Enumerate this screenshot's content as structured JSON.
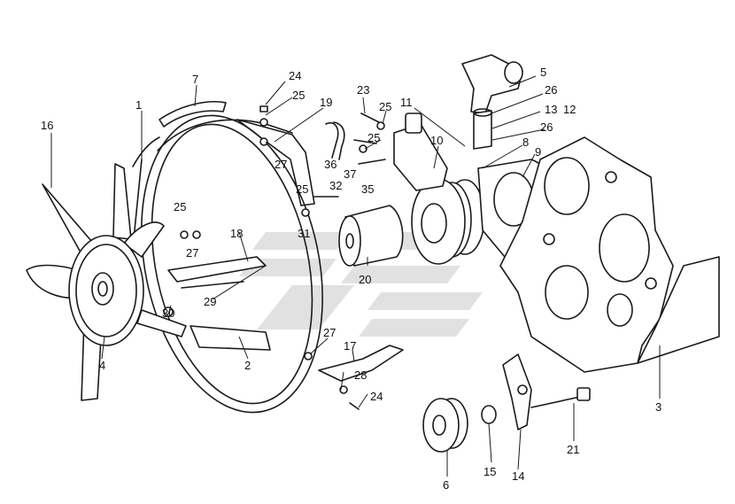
{
  "diagram": {
    "callouts": [
      {
        "id": "c1",
        "label": "1"
      },
      {
        "id": "c2",
        "label": "2"
      },
      {
        "id": "c3",
        "label": "3"
      },
      {
        "id": "c4",
        "label": "4"
      },
      {
        "id": "c5",
        "label": "5"
      },
      {
        "id": "c6",
        "label": "6"
      },
      {
        "id": "c7",
        "label": "7"
      },
      {
        "id": "c8",
        "label": "8"
      },
      {
        "id": "c9",
        "label": "9"
      },
      {
        "id": "c10",
        "label": "10"
      },
      {
        "id": "c11",
        "label": "11"
      },
      {
        "id": "c12",
        "label": "12"
      },
      {
        "id": "c13",
        "label": "13"
      },
      {
        "id": "c14",
        "label": "14"
      },
      {
        "id": "c15",
        "label": "15"
      },
      {
        "id": "c16",
        "label": "16"
      },
      {
        "id": "c17",
        "label": "17"
      },
      {
        "id": "c18",
        "label": "18"
      },
      {
        "id": "c19",
        "label": "19"
      },
      {
        "id": "c20",
        "label": "20"
      },
      {
        "id": "c21",
        "label": "21"
      },
      {
        "id": "c23",
        "label": "23"
      },
      {
        "id": "c24a",
        "label": "24"
      },
      {
        "id": "c24b",
        "label": "24"
      },
      {
        "id": "c25a",
        "label": "25"
      },
      {
        "id": "c25b",
        "label": "25"
      },
      {
        "id": "c25c",
        "label": "25"
      },
      {
        "id": "c25d",
        "label": "25"
      },
      {
        "id": "c25e",
        "label": "25"
      },
      {
        "id": "c26a",
        "label": "26"
      },
      {
        "id": "c26b",
        "label": "26"
      },
      {
        "id": "c27a",
        "label": "27"
      },
      {
        "id": "c27b",
        "label": "27"
      },
      {
        "id": "c27c",
        "label": "27"
      },
      {
        "id": "c28",
        "label": "28"
      },
      {
        "id": "c29",
        "label": "29"
      },
      {
        "id": "c30",
        "label": "30"
      },
      {
        "id": "c31",
        "label": "31"
      },
      {
        "id": "c32",
        "label": "32"
      },
      {
        "id": "c35",
        "label": "35"
      },
      {
        "id": "c36",
        "label": "36"
      },
      {
        "id": "c37",
        "label": "37"
      }
    ]
  }
}
